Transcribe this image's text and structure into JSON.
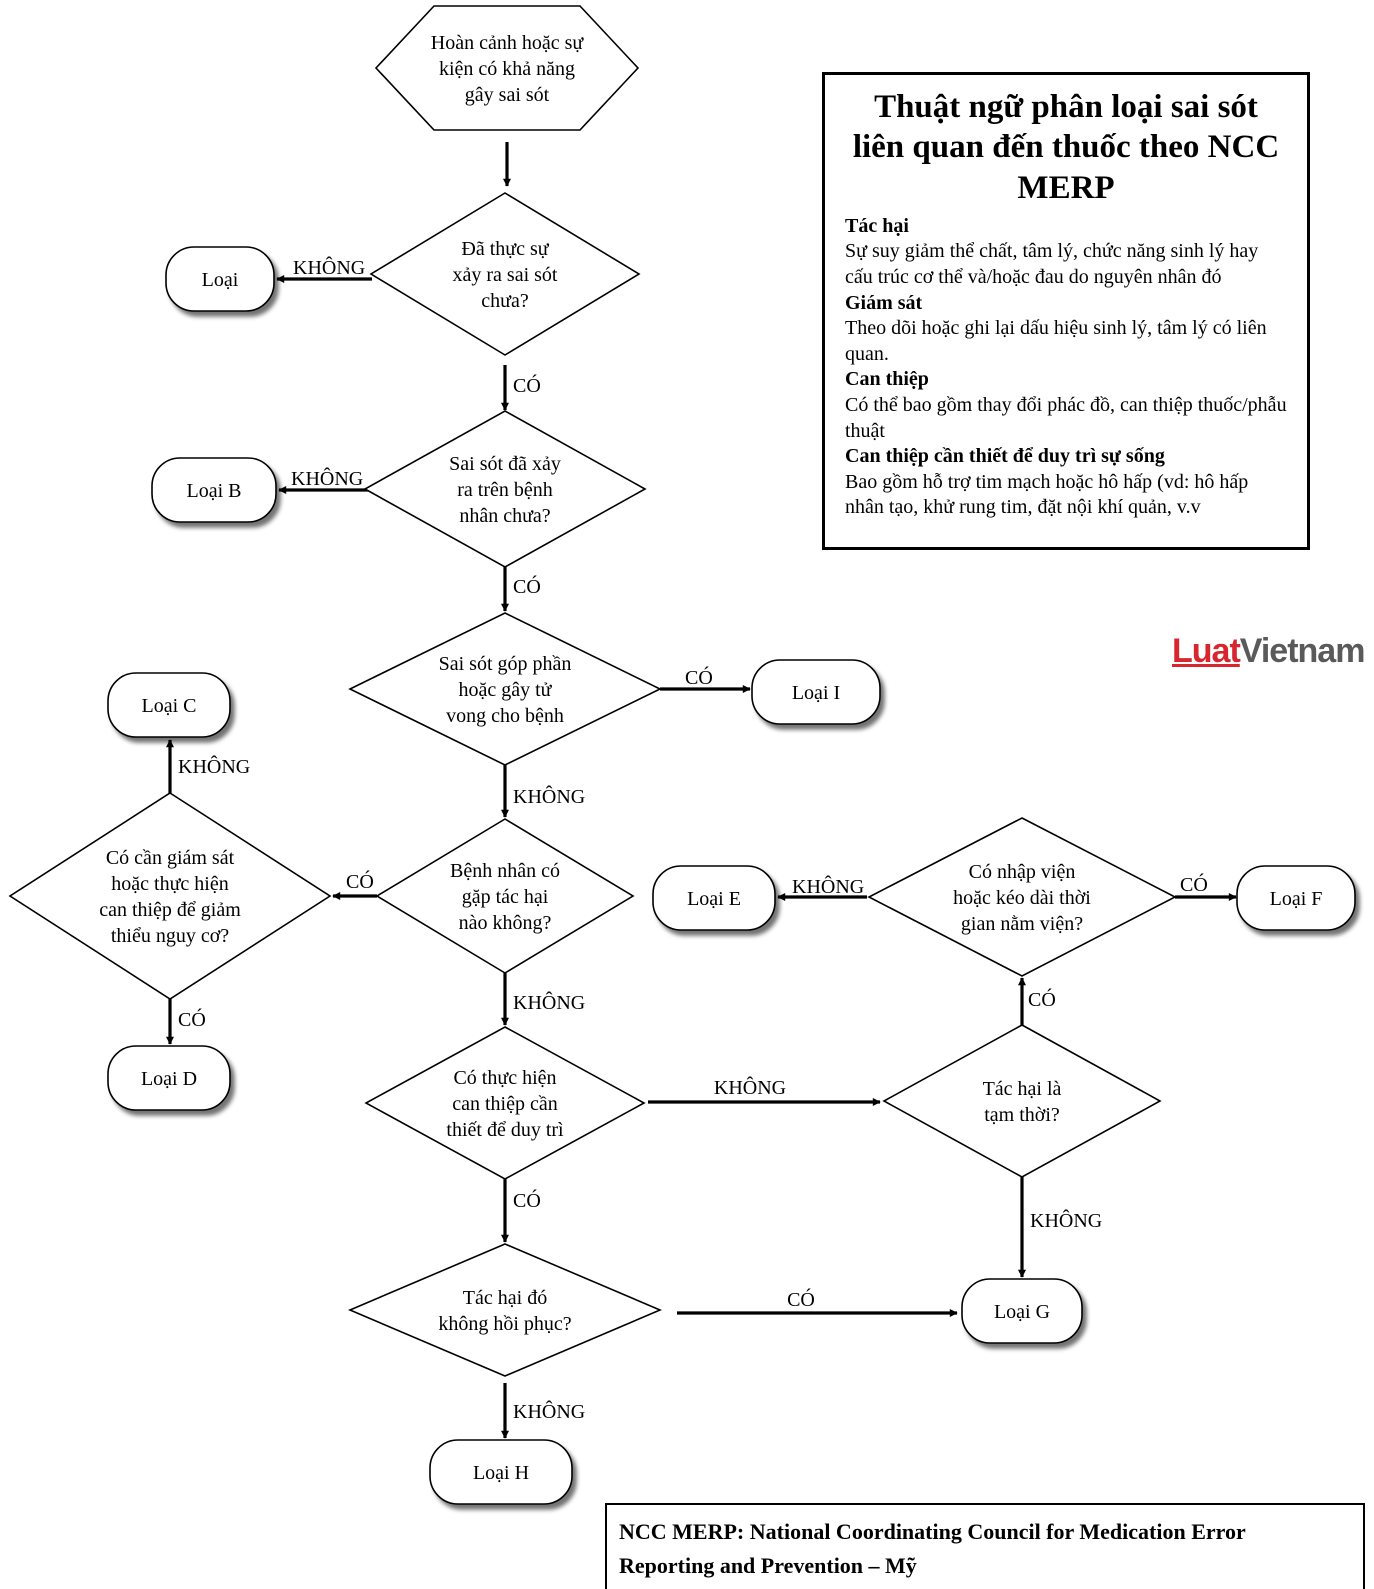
{
  "nodes": {
    "start": {
      "lines": [
        "Hoàn cảnh hoặc sự",
        "kiện có khả năng",
        "gây sai sót"
      ]
    },
    "d1": {
      "lines": [
        "Đã thực sự",
        "xảy ra sai sót",
        "chưa?"
      ]
    },
    "d2": {
      "lines": [
        "Sai sót đã xảy",
        "ra trên bệnh",
        "nhân chưa?"
      ]
    },
    "d3": {
      "lines": [
        "Sai sót góp phần",
        "hoặc gây tử",
        "vong cho bệnh"
      ]
    },
    "d4": {
      "lines": [
        "Bệnh nhân có",
        "gặp tác hại",
        "nào không?"
      ]
    },
    "d5": {
      "lines": [
        "Có cần giám sát",
        "hoặc thực hiện",
        "can thiệp để giảm",
        "thiểu nguy cơ?"
      ]
    },
    "d6": {
      "lines": [
        "Có thực hiện",
        "can thiệp cần",
        "thiết để duy trì"
      ]
    },
    "d7": {
      "lines": [
        "Tác hại đó",
        "không hồi phục?"
      ]
    },
    "d8": {
      "lines": [
        "Tác hại là",
        "tạm thời?"
      ]
    },
    "d9": {
      "lines": [
        "Có nhập viện",
        "hoặc kéo dài thời",
        "gian nằm viện?"
      ]
    },
    "loai_a": {
      "lines": [
        "Loại"
      ]
    },
    "loai_b": {
      "lines": [
        "Loại B"
      ]
    },
    "loai_c": {
      "lines": [
        "Loại C"
      ]
    },
    "loai_d": {
      "lines": [
        "Loại D"
      ]
    },
    "loai_e": {
      "lines": [
        "Loại E"
      ]
    },
    "loai_f": {
      "lines": [
        "Loại F"
      ]
    },
    "loai_g": {
      "lines": [
        "Loại G"
      ]
    },
    "loai_h": {
      "lines": [
        "Loại H"
      ]
    },
    "loai_i": {
      "lines": [
        "Loại I"
      ]
    }
  },
  "edges": [
    {
      "from": "start",
      "to": "d1",
      "label": ""
    },
    {
      "from": "d1",
      "to": "loai_a",
      "label": "KHÔNG"
    },
    {
      "from": "d1",
      "to": "d2",
      "label": "CÓ"
    },
    {
      "from": "d2",
      "to": "loai_b",
      "label": "KHÔNG"
    },
    {
      "from": "d2",
      "to": "d3",
      "label": "CÓ"
    },
    {
      "from": "d3",
      "to": "loai_i",
      "label": "CÓ"
    },
    {
      "from": "d3",
      "to": "d4",
      "label": "KHÔNG"
    },
    {
      "from": "d4",
      "to": "d5",
      "label": "CÓ"
    },
    {
      "from": "d5",
      "to": "loai_c",
      "label": "KHÔNG"
    },
    {
      "from": "d5",
      "to": "loai_d",
      "label": "CÓ"
    },
    {
      "from": "d4",
      "to": "d6",
      "label": "KHÔNG"
    },
    {
      "from": "d6",
      "to": "d8",
      "label": "KHÔNG"
    },
    {
      "from": "d6",
      "to": "d7",
      "label": "CÓ"
    },
    {
      "from": "d7",
      "to": "loai_g",
      "label": "CÓ"
    },
    {
      "from": "d7",
      "to": "loai_h",
      "label": "KHÔNG"
    },
    {
      "from": "d8",
      "to": "loai_g",
      "label": "KHÔNG"
    },
    {
      "from": "d8",
      "to": "d9",
      "label": "CÓ"
    },
    {
      "from": "d9",
      "to": "loai_e",
      "label": "KHÔNG"
    },
    {
      "from": "d9",
      "to": "loai_f",
      "label": "CÓ"
    }
  ],
  "legend": {
    "title": "Thuật ngữ phân loại sai sót liên quan đến thuốc theo NCC MERP",
    "terms": [
      {
        "term": "Tác hại",
        "definition": "Sự suy giảm thể chất, tâm lý, chức năng sinh lý hay cấu trúc cơ thể và/hoặc đau do nguyên nhân đó"
      },
      {
        "term": "Giám sát",
        "definition": "Theo dõi hoặc ghi lại dấu hiệu sinh lý, tâm lý có liên quan."
      },
      {
        "term": "Can thiệp",
        "definition": "Có thể bao gồm thay đổi phác đồ, can thiệp thuốc/phẫu thuật"
      },
      {
        "term": "Can thiệp cần thiết để duy trì sự sống",
        "definition": "Bao gồm hỗ trợ tim mạch hoặc hô hấp (vd: hô hấp nhân tạo, khử rung tim, đặt nội khí quản, v.v"
      }
    ]
  },
  "logo": {
    "part1": "Luat",
    "part2": "Vietnam",
    "colors": {
      "part1": "#d8262e",
      "part2": "#5a5a5a"
    }
  },
  "footnote": {
    "line1": "NCC MERP: National Coordinating Council for Medication Error",
    "line2": "Reporting and Prevention – Mỹ"
  }
}
